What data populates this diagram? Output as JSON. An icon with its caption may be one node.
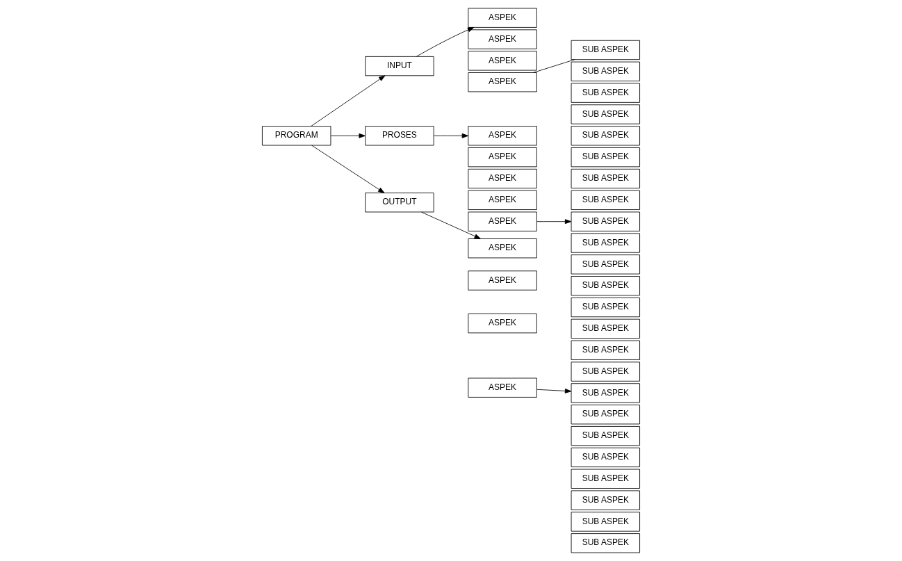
{
  "diagram": {
    "nodes": [
      {
        "text": [
          "PROGRAM"
        ]
      },
      {
        "text": [
          "INPUT"
        ]
      },
      {
        "text": [
          "PROSES"
        ]
      },
      {
        "text": [
          "OUTPUT"
        ]
      },
      {
        "text": [
          "ASPEK"
        ]
      },
      {
        "text": [
          "ASPEK"
        ]
      },
      {
        "text": [
          "ASPEK"
        ]
      },
      {
        "text": [
          "ASPEK"
        ]
      },
      {
        "text": [
          "SUB ASPEK"
        ]
      },
      {
        "text": [
          "SUB ASPEK"
        ]
      },
      {
        "text": [
          "SUB ASPEK"
        ]
      },
      {
        "text": [
          "SUB ASPEK"
        ]
      },
      {
        "text": [
          "SUB ASPEK"
        ]
      },
      {
        "text": [
          "SUB ASPEK"
        ]
      },
      {
        "text": [
          "SUB ASPEK"
        ]
      },
      {
        "text": [
          "SUB ASPEK"
        ]
      },
      {
        "text": [
          "ASPEK"
        ]
      },
      {
        "text": [
          "ASPEK"
        ]
      },
      {
        "text": [
          "ASPEK"
        ]
      },
      {
        "text": [
          "ASPEK"
        ]
      },
      {
        "text": [
          "ASPEK"
        ]
      },
      {
        "text": [
          "SUB ASPEK"
        ]
      },
      {
        "text": [
          "SUB ASPEK"
        ]
      },
      {
        "text": [
          "SUB ASPEK"
        ]
      },
      {
        "text": [
          "SUB ASPEK"
        ]
      },
      {
        "text": [
          "SUB ASPEK"
        ]
      },
      {
        "text": [
          "SUB ASPEK"
        ]
      },
      {
        "text": [
          "SUB ASPEK"
        ]
      },
      {
        "text": [
          "SUB ASPEK"
        ]
      },
      {
        "text": [
          "ASPEK"
        ]
      },
      {
        "text": [
          "ASPEK"
        ]
      },
      {
        "text": [
          "ASPEK"
        ]
      },
      {
        "text": [
          "ASPEK"
        ]
      },
      {
        "text": [
          "SUB ASPEK"
        ]
      },
      {
        "text": [
          "SUB ASPEK"
        ]
      },
      {
        "text": [
          "SUB ASPEK"
        ]
      },
      {
        "text": [
          "SUB ASPEK"
        ]
      },
      {
        "text": [
          "SUB ASPEK"
        ]
      },
      {
        "text": [
          "SUB ASPEK"
        ]
      },
      {
        "text": [
          "SUB ASPEK"
        ]
      },
      {
        "text": [
          "SUB ASPEK"
        ]
      }
    ],
    "edges": [
      {
        "from": 0,
        "to": 1,
        "arrow": "to"
      },
      {
        "from": 0,
        "to": 2,
        "arrow": "to"
      },
      {
        "from": 0,
        "to": 3,
        "arrow": "to"
      },
      {
        "from": 1,
        "to": 4,
        "arrow": "to"
      },
      {
        "from": 7,
        "to": 8,
        "arrow": "none"
      },
      {
        "from": 2,
        "to": 16,
        "arrow": "to"
      },
      {
        "from": 20,
        "to": 21,
        "arrow": "to"
      },
      {
        "from": 3,
        "to": 29,
        "arrow": "to"
      },
      {
        "from": 32,
        "to": 33,
        "arrow": "to"
      }
    ]
  }
}
